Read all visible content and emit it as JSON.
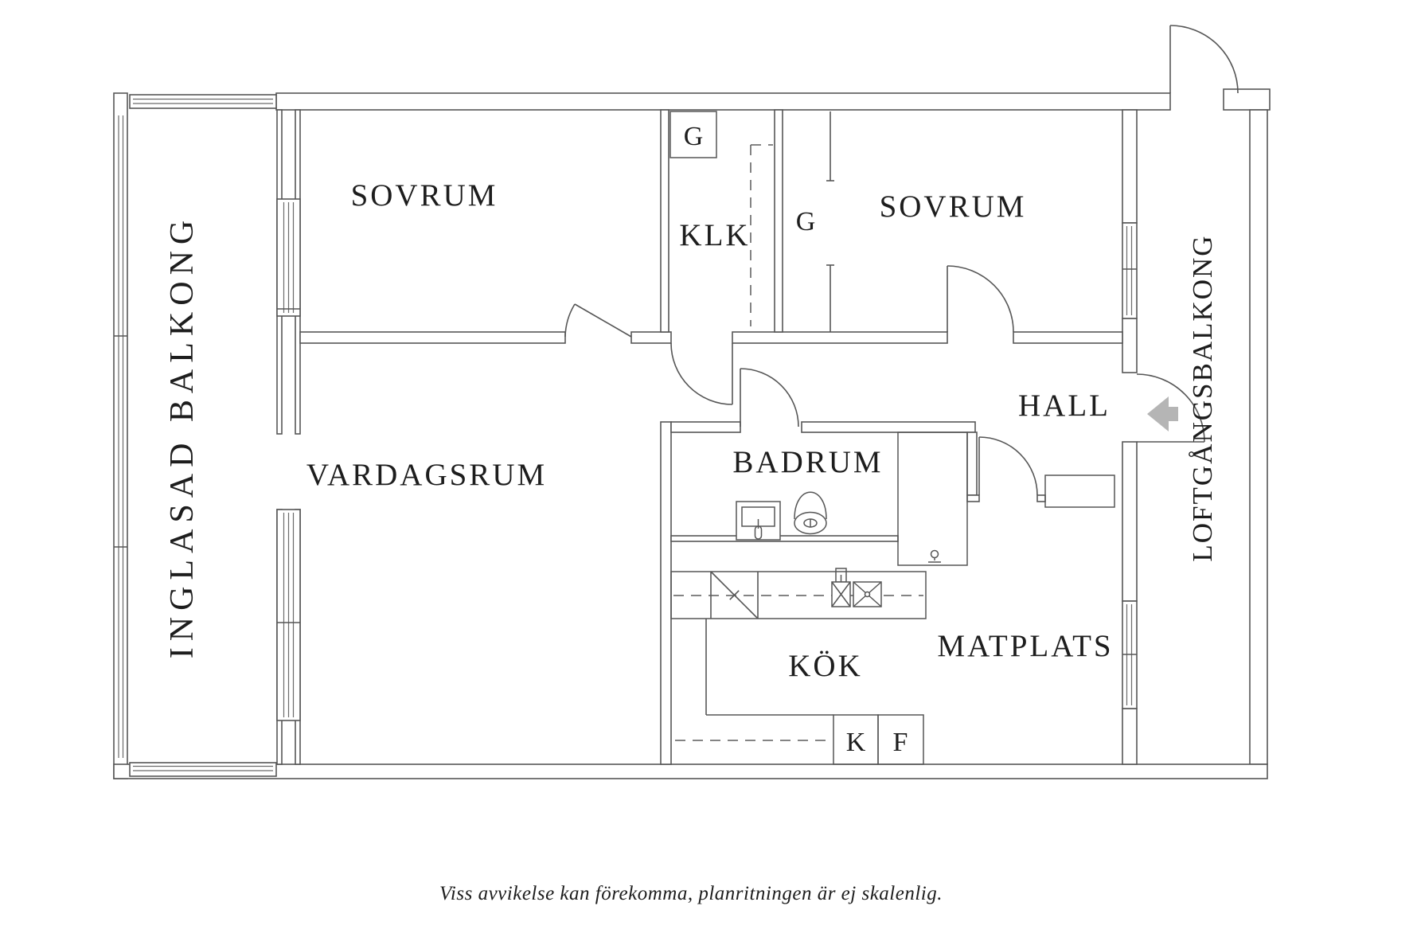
{
  "rooms": {
    "sovrum_left": "SOVRUM",
    "klk": "KLK",
    "wardrobe_g_klk": "G",
    "wardrobe_g_sovrum": "G",
    "sovrum_right": "SOVRUM",
    "hall": "HALL",
    "badrum": "BADRUM",
    "vardagsrum": "VARDAGSRUM",
    "kok": "KÖK",
    "matplats": "MATPLATS",
    "kyl": "K",
    "frys": "F",
    "balcony_left": "INGLASAD BALKONG",
    "balcony_right": "LOFTGÅNGSBALKONG"
  },
  "footer": {
    "disclaimer": "Viss avvikelse kan förekomma, planritningen är ej skalenlig."
  },
  "colors": {
    "line": "#565656",
    "text": "#1d1d1d",
    "entry_arrow": "#b5b5b5",
    "background": "#ffffff"
  }
}
